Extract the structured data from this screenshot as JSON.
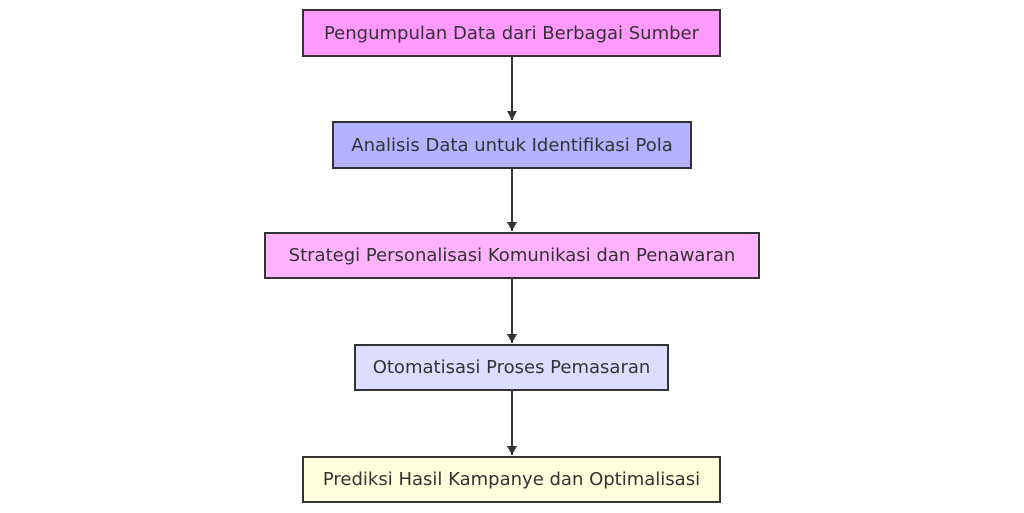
{
  "diagram": {
    "type": "flowchart",
    "direction": "top-to-bottom",
    "nodes": [
      {
        "id": "n1",
        "label": "Pengumpulan Data dari Berbagai Sumber",
        "fill": "#ff99ff"
      },
      {
        "id": "n2",
        "label": "Analisis Data untuk Identifikasi Pola",
        "fill": "#b3b3ff"
      },
      {
        "id": "n3",
        "label": "Strategi Personalisasi Komunikasi dan Penawaran",
        "fill": "#ffb3ff"
      },
      {
        "id": "n4",
        "label": "Otomatisasi Proses Pemasaran",
        "fill": "#ddddff"
      },
      {
        "id": "n5",
        "label": "Prediksi Hasil Kampanye dan Optimalisasi",
        "fill": "#ffffdd"
      }
    ],
    "edges": [
      {
        "from": "n1",
        "to": "n2"
      },
      {
        "from": "n2",
        "to": "n3"
      },
      {
        "from": "n3",
        "to": "n4"
      },
      {
        "from": "n4",
        "to": "n5"
      }
    ],
    "stroke": "#333333"
  }
}
